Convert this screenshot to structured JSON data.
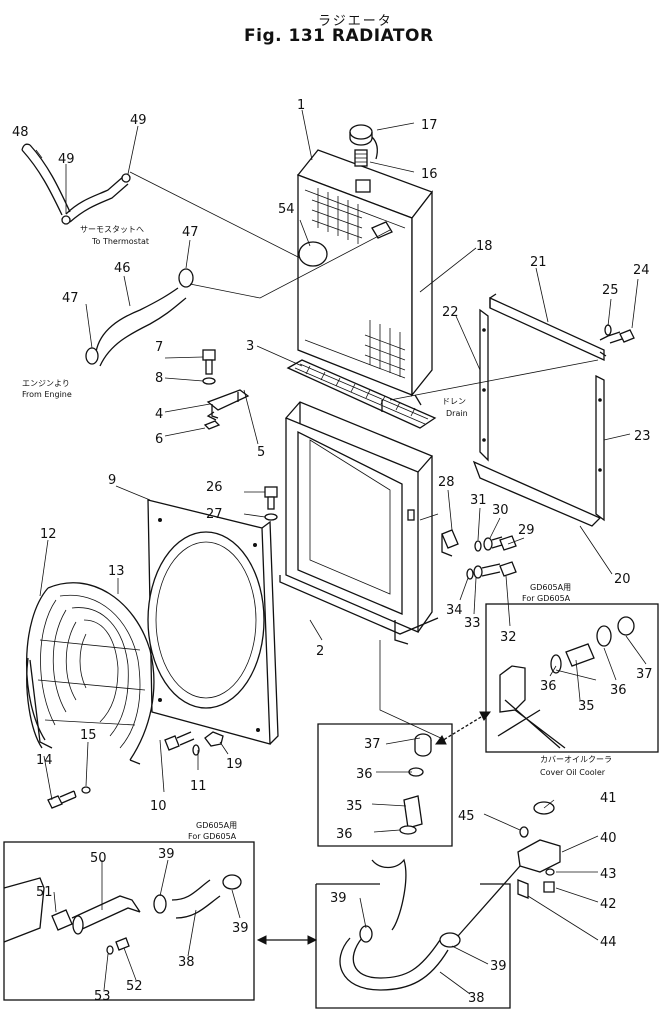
{
  "header": {
    "title_jp": "ラジエータ",
    "title": "Fig. 131 RADIATOR"
  },
  "notes": {
    "thermostat_jp": "サーモスタットへ",
    "thermostat_en": "To Thermostat",
    "engine_jp": "エンジンより",
    "engine_en": "From Engine",
    "drain_jp": "ドレン",
    "drain_en": "Drain",
    "gd605a_top_jp": "GD605A用",
    "gd605a_top_en": "For GD605A",
    "cover_oil_cooler_jp": "カバーオイルクーラ",
    "cover_oil_cooler_en": "Cover Oil Cooler",
    "gd605a_bottom_jp": "GD605A用",
    "gd605a_bottom_en": "For GD605A"
  },
  "callouts": [
    {
      "id": "c1",
      "text": "1"
    },
    {
      "id": "c2",
      "text": "2"
    },
    {
      "id": "c3",
      "text": "3"
    },
    {
      "id": "c4",
      "text": "4"
    },
    {
      "id": "c5",
      "text": "5"
    },
    {
      "id": "c6",
      "text": "6"
    },
    {
      "id": "c7",
      "text": "7"
    },
    {
      "id": "c8",
      "text": "8"
    },
    {
      "id": "c9",
      "text": "9"
    },
    {
      "id": "c10",
      "text": "10"
    },
    {
      "id": "c11",
      "text": "11"
    },
    {
      "id": "c12",
      "text": "12"
    },
    {
      "id": "c13",
      "text": "13"
    },
    {
      "id": "c14",
      "text": "14"
    },
    {
      "id": "c15",
      "text": "15"
    },
    {
      "id": "c16",
      "text": "16"
    },
    {
      "id": "c17",
      "text": "17"
    },
    {
      "id": "c18",
      "text": "18"
    },
    {
      "id": "c19",
      "text": "19"
    },
    {
      "id": "c20",
      "text": "20"
    },
    {
      "id": "c21",
      "text": "21"
    },
    {
      "id": "c22",
      "text": "22"
    },
    {
      "id": "c23",
      "text": "23"
    },
    {
      "id": "c24",
      "text": "24"
    },
    {
      "id": "c25",
      "text": "25"
    },
    {
      "id": "c26",
      "text": "26"
    },
    {
      "id": "c27",
      "text": "27"
    },
    {
      "id": "c28",
      "text": "28"
    },
    {
      "id": "c29",
      "text": "29"
    },
    {
      "id": "c30",
      "text": "30"
    },
    {
      "id": "c31",
      "text": "31"
    },
    {
      "id": "c32",
      "text": "32"
    },
    {
      "id": "c33",
      "text": "33"
    },
    {
      "id": "c34",
      "text": "34"
    },
    {
      "id": "c35a",
      "text": "35"
    },
    {
      "id": "c36a",
      "text": "36"
    },
    {
      "id": "c36b",
      "text": "36"
    },
    {
      "id": "c37a",
      "text": "37"
    },
    {
      "id": "c35b",
      "text": "35"
    },
    {
      "id": "c36c",
      "text": "36"
    },
    {
      "id": "c36d",
      "text": "36"
    },
    {
      "id": "c37b",
      "text": "37"
    },
    {
      "id": "c38a",
      "text": "38"
    },
    {
      "id": "c38b",
      "text": "38"
    },
    {
      "id": "c39a",
      "text": "39"
    },
    {
      "id": "c39b",
      "text": "39"
    },
    {
      "id": "c39c",
      "text": "39"
    },
    {
      "id": "c39d",
      "text": "39"
    },
    {
      "id": "c40",
      "text": "40"
    },
    {
      "id": "c41",
      "text": "41"
    },
    {
      "id": "c42",
      "text": "42"
    },
    {
      "id": "c43",
      "text": "43"
    },
    {
      "id": "c44",
      "text": "44"
    },
    {
      "id": "c45",
      "text": "45"
    },
    {
      "id": "c46",
      "text": "46"
    },
    {
      "id": "c47a",
      "text": "47"
    },
    {
      "id": "c47b",
      "text": "47"
    },
    {
      "id": "c48",
      "text": "48"
    },
    {
      "id": "c49a",
      "text": "49"
    },
    {
      "id": "c49b",
      "text": "49"
    },
    {
      "id": "c50",
      "text": "50"
    },
    {
      "id": "c51",
      "text": "51"
    },
    {
      "id": "c52",
      "text": "52"
    },
    {
      "id": "c53",
      "text": "53"
    },
    {
      "id": "c54",
      "text": "54"
    }
  ]
}
